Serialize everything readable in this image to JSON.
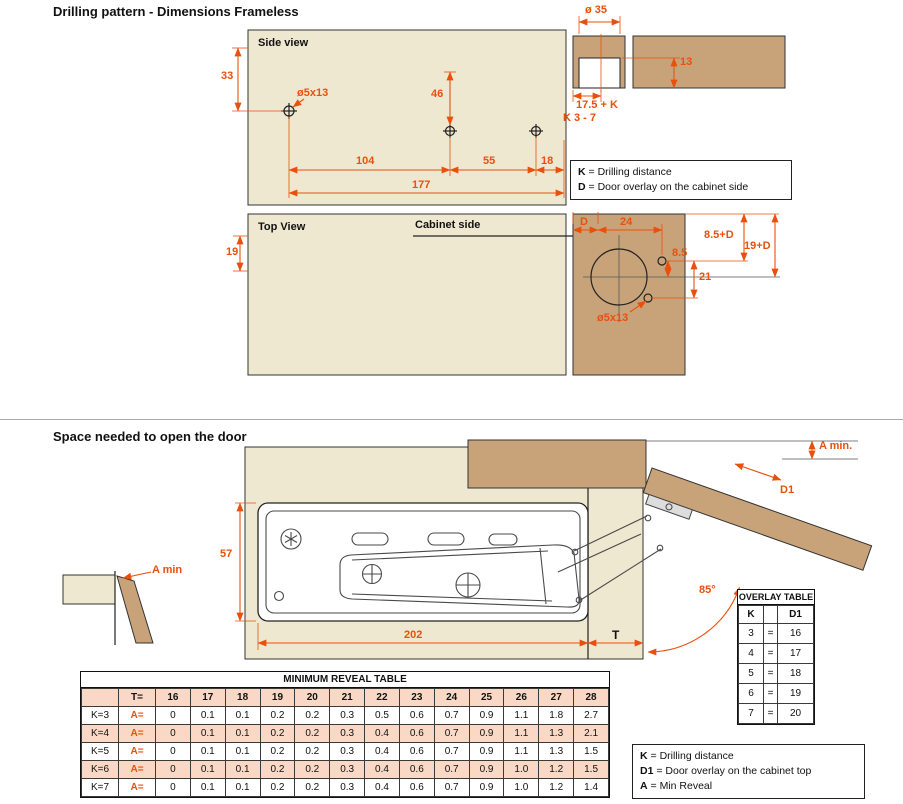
{
  "colors": {
    "accent": "#e8500c",
    "wood": "#c8a37a",
    "panel": "#efe8d0",
    "table_stripe": "#f9d8c5"
  },
  "drilling": {
    "title": "Drilling pattern - Dimensions Frameless",
    "side_view": {
      "label": "Side view",
      "dims": {
        "top_offset": "33",
        "hole": "ø5x13",
        "row_gap": "46",
        "span1": "104",
        "span2": "55",
        "span3": "18",
        "total": "177"
      }
    },
    "cup_section": {
      "diameter": "ø 35",
      "depth": "13",
      "edge_offset": "17.5 + K",
      "k_range": "K 3 - 7"
    },
    "legend": {
      "items": [
        {
          "term": "K",
          "desc": "= Drilling distance"
        },
        {
          "term": "D",
          "desc": "= Door overlay on the cabinet side"
        }
      ]
    },
    "top_view": {
      "label": "Top View",
      "cabinet_side": "Cabinet side",
      "dims": {
        "edge": "19",
        "overlay": "D",
        "cup_center": "24",
        "hole_up": "8.5",
        "hole_span": "21",
        "top_plus": "8.5+D",
        "center_plus": "19+D",
        "hole": "ø5x13"
      }
    }
  },
  "space": {
    "title": "Space needed to open the door",
    "dims": {
      "height": "57",
      "length": "202",
      "thickness": "T",
      "angle": "85°",
      "min_reveal_left": "A min",
      "min_reveal_top": "A min.",
      "door_overlay": "D1"
    },
    "overlay_table": {
      "title": "OVERLAY TABLE",
      "header": [
        "K",
        "",
        "D1"
      ],
      "rows": [
        [
          "3",
          "=",
          "16"
        ],
        [
          "4",
          "=",
          "17"
        ],
        [
          "5",
          "=",
          "18"
        ],
        [
          "6",
          "=",
          "19"
        ],
        [
          "7",
          "=",
          "20"
        ]
      ]
    },
    "reveal_table": {
      "title": "MINIMUM REVEAL TABLE",
      "header": [
        "",
        "T=",
        "16",
        "17",
        "18",
        "19",
        "20",
        "21",
        "22",
        "23",
        "24",
        "25",
        "26",
        "27",
        "28"
      ],
      "rows": [
        [
          "K=3",
          "A=",
          "0",
          "0.1",
          "0.1",
          "0.2",
          "0.2",
          "0.3",
          "0.5",
          "0.6",
          "0.7",
          "0.9",
          "1.1",
          "1.8",
          "2.7"
        ],
        [
          "K=4",
          "A=",
          "0",
          "0.1",
          "0.1",
          "0.2",
          "0.2",
          "0.3",
          "0.4",
          "0.6",
          "0.7",
          "0.9",
          "1.1",
          "1.3",
          "2.1"
        ],
        [
          "K=5",
          "A=",
          "0",
          "0.1",
          "0.1",
          "0.2",
          "0.2",
          "0.3",
          "0.4",
          "0.6",
          "0.7",
          "0.9",
          "1.1",
          "1.3",
          "1.5"
        ],
        [
          "K=6",
          "A=",
          "0",
          "0.1",
          "0.1",
          "0.2",
          "0.2",
          "0.3",
          "0.4",
          "0.6",
          "0.7",
          "0.9",
          "1.0",
          "1.2",
          "1.5"
        ],
        [
          "K=7",
          "A=",
          "0",
          "0.1",
          "0.1",
          "0.2",
          "0.2",
          "0.3",
          "0.4",
          "0.6",
          "0.7",
          "0.9",
          "1.0",
          "1.2",
          "1.4"
        ]
      ]
    },
    "legend": {
      "items": [
        {
          "term": "K",
          "desc": "= Drilling distance"
        },
        {
          "term": "D1",
          "desc": "= Door overlay on the cabinet top"
        },
        {
          "term": "A",
          "desc": "= Min Reveal"
        }
      ]
    }
  }
}
